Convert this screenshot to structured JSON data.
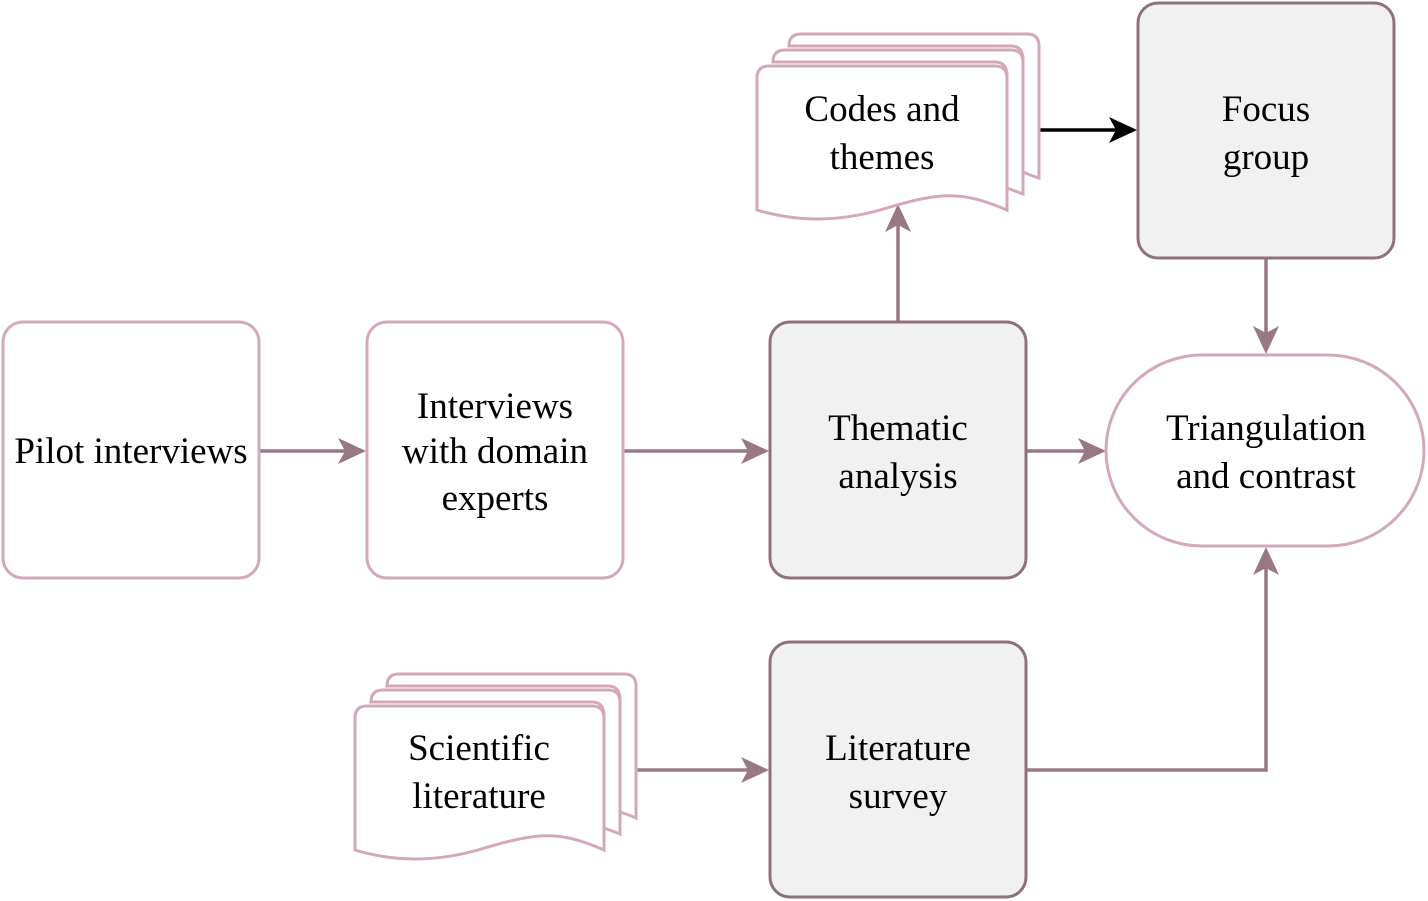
{
  "diagram": {
    "type": "flowchart",
    "nodes": {
      "pilot": {
        "label": [
          "Pilot interviews"
        ],
        "shape": "rounded-rect",
        "style": "white"
      },
      "experts": {
        "label": [
          "Interviews",
          "with domain",
          "experts"
        ],
        "shape": "rounded-rect",
        "style": "white"
      },
      "thematic": {
        "label": [
          "Thematic",
          "analysis"
        ],
        "shape": "rounded-rect",
        "style": "grey"
      },
      "codes": {
        "label": [
          "Codes and",
          "themes"
        ],
        "shape": "multi-document",
        "style": "white"
      },
      "focus": {
        "label": [
          "Focus",
          "group"
        ],
        "shape": "rounded-rect",
        "style": "grey"
      },
      "triangulation": {
        "label": [
          "Triangulation",
          "and contrast"
        ],
        "shape": "terminator",
        "style": "white"
      },
      "scilit": {
        "label": [
          "Scientific",
          "literature"
        ],
        "shape": "multi-document",
        "style": "white"
      },
      "survey": {
        "label": [
          "Literature",
          "survey"
        ],
        "shape": "rounded-rect",
        "style": "grey"
      }
    },
    "edges": [
      {
        "from": "pilot",
        "to": "experts"
      },
      {
        "from": "experts",
        "to": "thematic"
      },
      {
        "from": "thematic",
        "to": "codes"
      },
      {
        "from": "codes",
        "to": "focus",
        "color": "black"
      },
      {
        "from": "focus",
        "to": "triangulation"
      },
      {
        "from": "thematic",
        "to": "triangulation"
      },
      {
        "from": "scilit",
        "to": "survey"
      },
      {
        "from": "survey",
        "to": "triangulation"
      }
    ],
    "colors": {
      "white_stroke": "#d4a9b7",
      "grey_fill": "#f2f1f2",
      "grey_stroke": "#8e717c",
      "edge": "#977883",
      "edge_black": "#000000"
    }
  }
}
